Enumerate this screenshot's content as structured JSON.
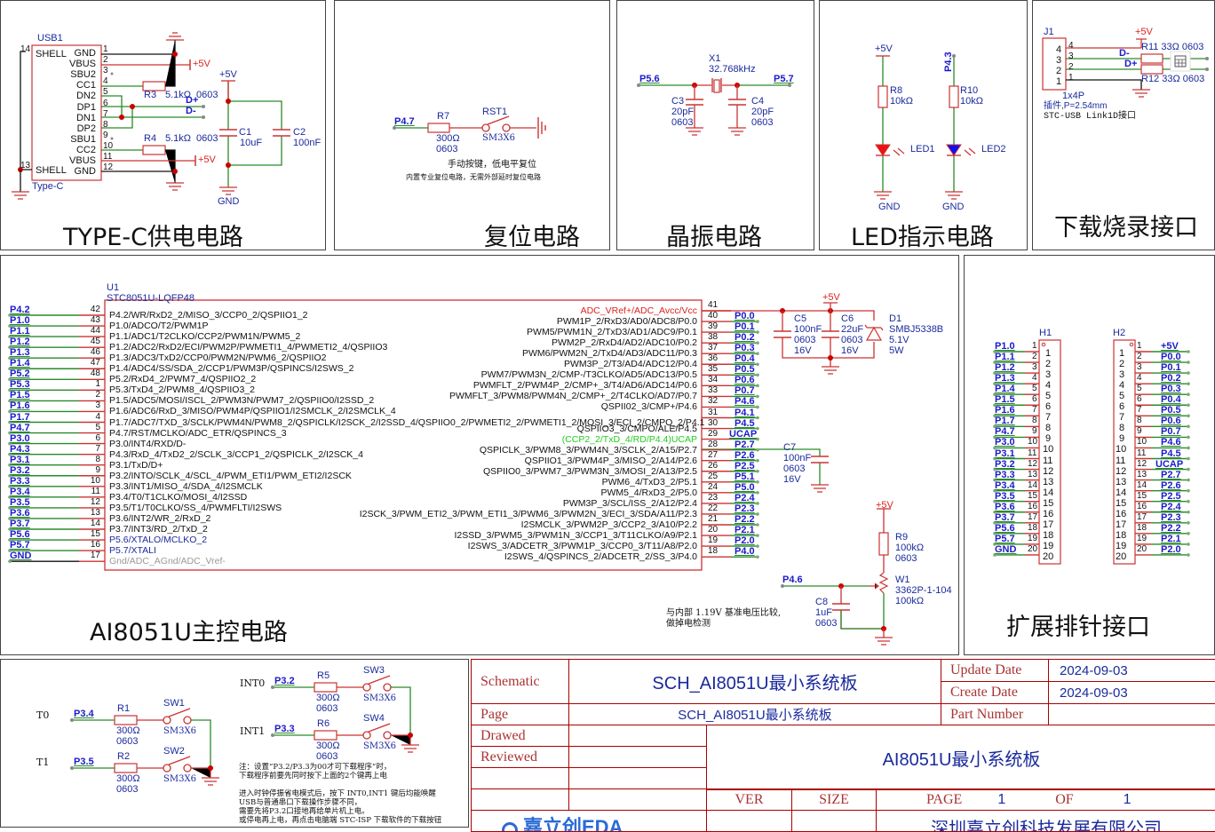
{
  "typec": {
    "title": "TYPE-C供电电路",
    "ref": "USB1",
    "footprint": "Type-C",
    "left_pins": [
      {
        "num": "14",
        "name": "SHELL"
      },
      {
        "num": "13",
        "name": "SHELL"
      }
    ],
    "right_pins": [
      {
        "num": "1",
        "name": "GND"
      },
      {
        "num": "2",
        "name": "VBUS"
      },
      {
        "num": "3",
        "name": "SBU2"
      },
      {
        "num": "4",
        "name": "CC1"
      },
      {
        "num": "5",
        "name": "DN2"
      },
      {
        "num": "6",
        "name": "DP1"
      },
      {
        "num": "7",
        "name": "DN1"
      },
      {
        "num": "8",
        "name": "DP2"
      },
      {
        "num": "9",
        "name": "SBU1"
      },
      {
        "num": "10",
        "name": "CC2"
      },
      {
        "num": "11",
        "name": "VBUS"
      },
      {
        "num": "12",
        "name": "GND"
      }
    ],
    "r3": {
      "ref": "R3",
      "value": "5.1kΩ",
      "pkg": "0603"
    },
    "r4": {
      "ref": "R4",
      "value": "5.1kΩ",
      "pkg": "0603"
    },
    "c1": {
      "ref": "C1",
      "value": "10uF"
    },
    "c2": {
      "ref": "C2",
      "value": "100nF"
    },
    "vcc": "+5V",
    "gnd": "GND",
    "dplus": "D+",
    "dminus": "D-"
  },
  "reset": {
    "title": "复位电路",
    "net": "P4.7",
    "r7": {
      "ref": "R7",
      "value": "300Ω",
      "pkg": "0603"
    },
    "sw": {
      "ref": "RST1",
      "value": "SM3X6"
    },
    "note1": "手动按键，低电平复位",
    "note2": "内置专业复位电路，无需外部延时复位电路"
  },
  "crystal": {
    "title": "晶振电路",
    "x1": {
      "ref": "X1",
      "value": "32.768kHz"
    },
    "net_left": "P5.6",
    "net_right": "P5.7",
    "c3": {
      "ref": "C3",
      "value": "20pF",
      "pkg": "0603"
    },
    "c4": {
      "ref": "C4",
      "value": "20pF",
      "pkg": "0603"
    }
  },
  "led": {
    "title": "LED指示电路",
    "vcc": "+5V",
    "net": "P4.3",
    "r8": {
      "ref": "R8",
      "value": "10kΩ"
    },
    "r10": {
      "ref": "R10",
      "value": "10kΩ"
    },
    "led1": "LED1",
    "led2": "LED2",
    "gnd": "GND",
    "led1_color": "#ee1111",
    "led2_color": "#1111ee"
  },
  "download": {
    "title": "下载烧录接口",
    "ref": "J1",
    "pins": [
      "4",
      "3",
      "2",
      "1"
    ],
    "vcc": "+5V",
    "r11": "R11 33Ω  0603",
    "r12": "R12 33Ω  0603",
    "dminus": "D-",
    "dplus": "D+",
    "pkg": "1x4P",
    "desc1": "插件,P=2.54mm",
    "desc2": "STC-USB Link1D接口"
  },
  "mcu": {
    "title": "AI8051U主控电路",
    "ref": "U1",
    "part": "STC8051U-LQFP48",
    "left_pins": [
      {
        "net": "P4.2",
        "num": "42",
        "name": "P4.2/WR/RxD2_2/MISO_3/CCP0_2/QSPIIO1_2"
      },
      {
        "net": "P1.0",
        "num": "43",
        "name": "P1.0/ADCO/T2/PWM1P"
      },
      {
        "net": "P1.1",
        "num": "44",
        "name": "P1.1/ADC1/T2CLKO/CCP2/PWM1N/PWM5_2"
      },
      {
        "net": "P1.2",
        "num": "45",
        "name": "P1.2/ADC2/RxD2/ECI/PWM2P/PWMETI1_4/PWMETI2_4/QSPIIO3"
      },
      {
        "net": "P1.3",
        "num": "46",
        "name": "P1.3/ADC3/TxD2/CCP0/PWM2N/PWM6_2/QSPIIO2"
      },
      {
        "net": "P1.4",
        "num": "47",
        "name": "P1.4/ADC4/SS/SDA_2/CCP1/PWM3P/QSPINCS/I2SWS_2"
      },
      {
        "net": "P5.2",
        "num": "48",
        "name": "P5.2/RxD4_2/PWM7_4/QSPIIO2_2"
      },
      {
        "net": "P5.3",
        "num": "1",
        "name": "P5.3/TxD4_2/PWM8_4/QSPIIO3_2"
      },
      {
        "net": "P1.5",
        "num": "2",
        "name": "P1.5/ADC5/MOSI/ISCL_2/PWM3N/PWM7_2/QSPIIO0/I2SSD_2"
      },
      {
        "net": "P1.6",
        "num": "3",
        "name": "P1.6/ADC6/RxD_3/MISO/PWM4P/QSPIIO1/I2SMCLK_2/I2SMCLK_4"
      },
      {
        "net": "P1.7",
        "num": "4",
        "name": "P1.7/ADC7/TXD_3/SCLK/PWM4N/PWM8_2/QSPICLK/I2SCK_2/I2SSD_4/QSPIIO0_2/PWMETI2_2/PWMETI1_2/MOSI_3/ECI_2/CMPO_2/P4.1"
      },
      {
        "net": "P4.7",
        "num": "5",
        "name": "P4.7/RST/MCLKO/ADC_ETR/QSPINCS_3"
      },
      {
        "net": "P3.0",
        "num": "6",
        "name": "P3.0/INT4/RXD/D-"
      },
      {
        "net": "P4.3",
        "num": "7",
        "name": "P4.3/RxD_4/TxD2_2/SCLK_3/CCP1_2/QSPICLK_2/I2SCK_4"
      },
      {
        "net": "P3.1",
        "num": "8",
        "name": "P3.1/TxD/D+"
      },
      {
        "net": "P3.2",
        "num": "9",
        "name": "P3.2/INTO/SCLK_4/SCL_4/PWM_ETI1/PWM_ETI2/I2SCK"
      },
      {
        "net": "P3.3",
        "num": "10",
        "name": "P3.3/INT1/MISO_4/SDA_4/I2SMCLK"
      },
      {
        "net": "P3.4",
        "num": "11",
        "name": "P3.4/T0/T1CLKO/MOSI_4/I2SSD"
      },
      {
        "net": "P3.5",
        "num": "12",
        "name": "P3.5/T1/T0CLKO/SS_4/PWMFLTI/I2SWS"
      },
      {
        "net": "P3.6",
        "num": "13",
        "name": "P3.6/INT2/WR_2/RxD_2"
      },
      {
        "net": "P3.7",
        "num": "14",
        "name": "P3.7/INT3/RD_2/TxD_2"
      },
      {
        "net": "P5.6",
        "num": "15",
        "name": "P5.6/XTALO/MCLKO_2"
      },
      {
        "net": "P5.7",
        "num": "16",
        "name": "P5.7/XTALI"
      },
      {
        "net": "GND",
        "num": "17",
        "name": "Gnd/ADC_AGnd/ADC_Vref-"
      }
    ],
    "right_pins": [
      {
        "net": "",
        "num": "41",
        "name": "ADC_VRef+/ADC_Avcc/Vcc"
      },
      {
        "net": "P0.0",
        "num": "40",
        "name": "PWM1P_2/RxD3/AD0/ADC8/P0.0"
      },
      {
        "net": "P0.1",
        "num": "39",
        "name": "PWM5/PWM1N_2/TxD3/AD1/ADC9/P0.1"
      },
      {
        "net": "P0.2",
        "num": "38",
        "name": "PWM2P_2/RxD4/AD2/ADC10/P0.2"
      },
      {
        "net": "P0.3",
        "num": "37",
        "name": "PWM6/PWM2N_2/TxD4/AD3/ADC11/P0.3"
      },
      {
        "net": "P0.4",
        "num": "36",
        "name": "PWM3P_2/T3/AD4/ADC12/P0.4"
      },
      {
        "net": "P0.5",
        "num": "35",
        "name": "PWM7/PWM3N_2/CMP-/T3CLKO/AD5/ADC13/P0.5"
      },
      {
        "net": "P0.6",
        "num": "34",
        "name": "PWMFLT_2/PWM4P_2/CMP+_3/T4/AD6/ADC14/P0.6"
      },
      {
        "net": "P0.7",
        "num": "33",
        "name": "PWMFLT_3/PWM8/PWM4N_2/CMP+_2/T4CLKO/AD7/P0.7"
      },
      {
        "net": "P4.6",
        "num": "32",
        "name": "QSPII02_3/CMP+/P4.6"
      },
      {
        "net": "P4.1",
        "num": "31",
        "name": ""
      },
      {
        "net": "P4.5",
        "num": "30",
        "name": "QSPIIO3_3/CMPO/ALE/P4.5"
      },
      {
        "net": "UCAP",
        "num": "29",
        "name": "(CCP2_2/TxD_4/RD/P4.4)UCAP"
      },
      {
        "net": "P2.7",
        "num": "28",
        "name": "QSPICLK_3/PWM8_3/PWM4N_3/SCLK_2/A15/P2.7"
      },
      {
        "net": "P2.6",
        "num": "27",
        "name": "QSPIIO1_3/PWM4P_3/MISO_2/A14/P2.6"
      },
      {
        "net": "P2.5",
        "num": "26",
        "name": "QSPIIO0_3/PWM7_3/PWM3N_3/MOSI_2/A13/P2.5"
      },
      {
        "net": "P5.1",
        "num": "25",
        "name": "PWM6_4/TxD3_2/P5.1"
      },
      {
        "net": "P5.0",
        "num": "24",
        "name": "PWM5_4/RxD3_2/P5.0"
      },
      {
        "net": "P2.4",
        "num": "23",
        "name": "PWM3P_3/SCL/ISS_2/A12/P2.4"
      },
      {
        "net": "P2.3",
        "num": "22",
        "name": "I2SCK_3/PWM_ETI2_3/PWM_ETI1_3/PWM6_3/PWM2N_3/ECI_3/SDA/A11/P2.3"
      },
      {
        "net": "P2.2",
        "num": "21",
        "name": "I2SMCLK_3/PWM2P_3/CCP2_3/A10/P2.2"
      },
      {
        "net": "P2.1",
        "num": "20",
        "name": "I2SSD_3/PWM5_3/PWM1N_3/CCP1_3/T11CLKO/A9/P2.1"
      },
      {
        "net": "P2.0",
        "num": "19",
        "name": "I2SWS_3/ADCETR_3/PWM1P_3/CCP0_3/T11/A8/P2.0"
      },
      {
        "net": "P4.0",
        "num": "18",
        "name": "I2SWS_4/QSPINCS_2/ADCETR_2/SS_3/P4.0"
      }
    ],
    "vcc": "+5V",
    "c5": {
      "ref": "C5",
      "value": "100nF",
      "pkg": "0603",
      "volt": "16V"
    },
    "c6": {
      "ref": "C6",
      "value": "22uF",
      "pkg": "0603",
      "volt": "16V"
    },
    "d1": {
      "ref": "D1",
      "value": "SMBJ5338B",
      "v": "5.1V",
      "w": "5W"
    },
    "c7": {
      "ref": "C7",
      "value": "100nF",
      "pkg": "0603",
      "volt": "16V"
    },
    "r9": {
      "ref": "R9",
      "value": "100kΩ",
      "pkg": "0603"
    },
    "w1": {
      "ref": "W1",
      "value": "3362P-1-104",
      "r": "100kΩ"
    },
    "c8": {
      "ref": "C8",
      "value": "1uF",
      "pkg": "0603"
    },
    "p46": "P4.6",
    "note1": "与内部 1.19V 基准电压比较,",
    "note2": "做掉电检测"
  },
  "headers": {
    "title": "扩展排针接口",
    "h1": {
      "ref": "H1",
      "nets": [
        "P1.0",
        "P1.1",
        "P1.2",
        "P1.3",
        "P1.4",
        "P1.5",
        "P1.6",
        "P1.7",
        "P4.7",
        "P3.0",
        "P3.1",
        "P3.2",
        "P3.3",
        "P3.4",
        "P3.5",
        "P3.6",
        "P3.7",
        "P5.6",
        "P5.7",
        "GND"
      ]
    },
    "h2": {
      "ref": "H2",
      "nets": [
        "+5V",
        "P0.0",
        "P0.1",
        "P0.2",
        "P0.3",
        "P0.4",
        "P0.5",
        "P0.6",
        "P0.7",
        "P4.6",
        "P4.5",
        "UCAP",
        "P2.7",
        "P2.6",
        "P2.5",
        "P2.4",
        "P2.3",
        "P2.2",
        "P2.1",
        "P2.0"
      ]
    }
  },
  "keys": {
    "t0": "T0",
    "t1": "T1",
    "int0": "INT0",
    "int1": "INT1",
    "r1": {
      "net": "P3.4",
      "ref": "R1",
      "value": "300Ω",
      "pkg": "0603",
      "sw": "SW1",
      "swv": "SM3X6"
    },
    "r2": {
      "net": "P3.5",
      "ref": "R2",
      "value": "300Ω",
      "pkg": "0603",
      "sw": "SW2",
      "swv": "SM3X6"
    },
    "r5": {
      "net": "P3.2",
      "ref": "R5",
      "value": "300Ω",
      "pkg": "0603",
      "sw": "SW3",
      "swv": "SM3X6"
    },
    "r6": {
      "net": "P3.3",
      "ref": "R6",
      "value": "300Ω",
      "pkg": "0603",
      "sw": "SW4",
      "swv": "SM3X6"
    },
    "note1": "注：设置“P3.2/P3.3为00才可下载程序”时，",
    "note2": "下载程序前要先同时按下上面的2个键再上电",
    "note3": "进入时钟停振省电模式后，按下 INT0,INT1 键后均能唤醒",
    "note4": "USB与普通串口下载操作步骤不同，",
    "note5": "需要先将P3.2口接地再给单片机上电。",
    "note6": "或停电再上电，再点击电脑端 STC-ISP 下载软件的下载按钮"
  },
  "titleblock": {
    "schematic_label": "Schematic",
    "schematic_value": "SCH_AI8051U最小系统板",
    "update_label": "Update Date",
    "update_value": "2024-09-03",
    "create_label": "Create Date",
    "create_value": "2024-09-03",
    "page_label": "Page",
    "page_value": "SCH_AI8051U最小系统板",
    "part_label": "Part Number",
    "part_value": "",
    "drawed_label": "Drawed",
    "reviewed_label": "Reviewed",
    "board_title": "AI8051U最小系统板",
    "ver_label": "VER",
    "size_label": "SIZE",
    "pg_label": "PAGE",
    "pg_value": "1",
    "of_label": "OF",
    "of_value": "1",
    "logo": "嘉立创EDA",
    "company": "深圳嘉立创科技发展有限公司"
  }
}
